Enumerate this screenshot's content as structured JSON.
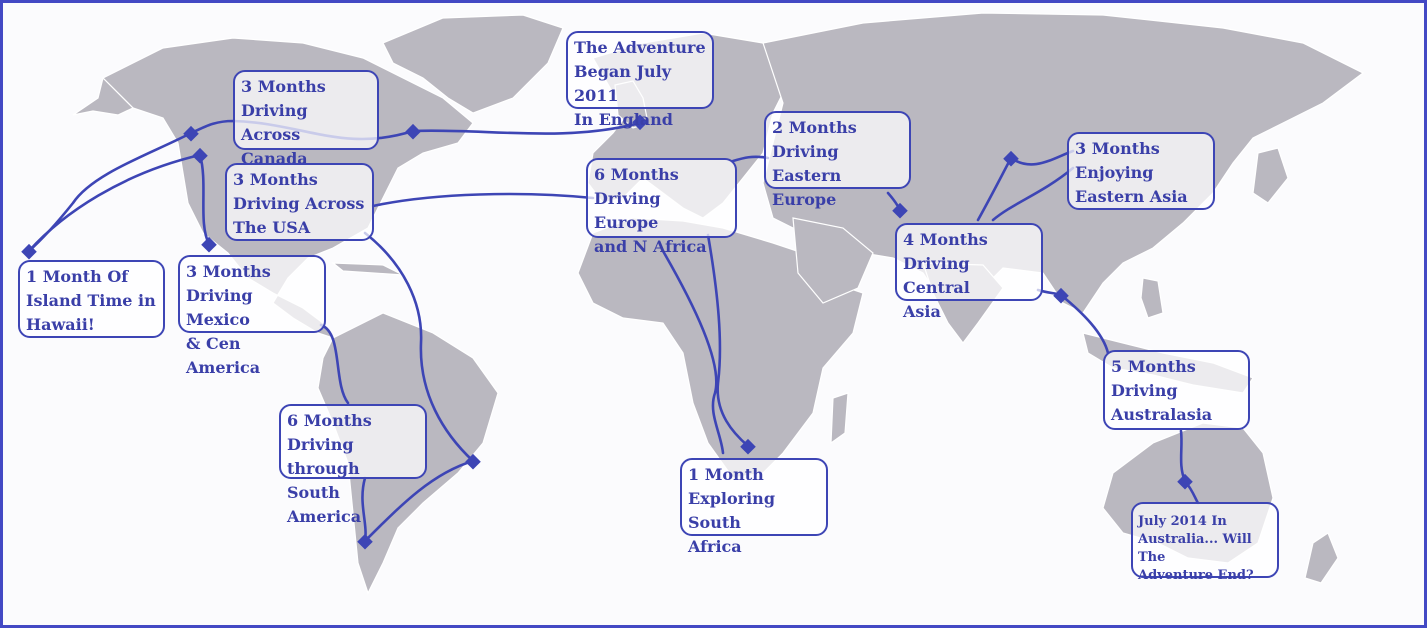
{
  "map": {
    "type": "world travel route map",
    "colors": {
      "land": "#bab8c0",
      "route": "#3d45b5",
      "label_text": "#3a3fa8",
      "border": "#4349c4"
    }
  },
  "labels": {
    "england": "The Adventure\nBegan July 2011\nIn England",
    "canada": "3 Months\nDriving Across\nCanada",
    "usa": "3 Months\nDriving Across\nThe USA",
    "hawaii": "1 Month Of\nIsland Time in\nHawaii!",
    "mexico": "3 Months\nDriving Mexico\n& Cen America",
    "south_america": "6 Months\nDriving through\nSouth America",
    "europe": "6 Months\nDriving Europe\nand N Africa",
    "eastern_europe": "2 Months\nDriving\nEastern Europe",
    "central_asia": "4 Months\nDriving Central\nAsia",
    "eastern_asia": "3 Months\nEnjoying\nEastern Asia",
    "australasia": "5 Months\nDriving\nAustralasia",
    "south_africa": "1 Month\nExploring South\nAfrica",
    "australia_end": "July 2014 In\nAustralia... Will The\nAdventure End?"
  }
}
